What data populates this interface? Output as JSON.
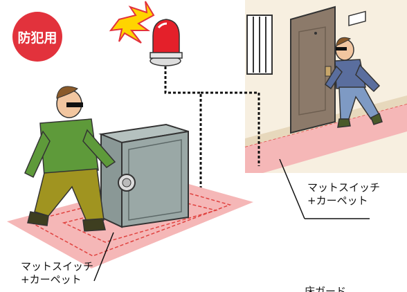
{
  "badge": {
    "text": "防犯用",
    "color": "#e2323c"
  },
  "mat_label_left": {
    "line1": "マットスイッチ",
    "line2": "+カーペット"
  },
  "mat_label_right": {
    "line1": "マットスイッチ",
    "line2": "+カーペット"
  },
  "footer_partial_text": "床ガード",
  "colors": {
    "mat": "#f5b7b7",
    "mat_border": "#e0423f",
    "wall": "#f7efe0",
    "door": "#8c7a6a",
    "safe": "#9aa8a6",
    "alarm": "#e4202a"
  }
}
